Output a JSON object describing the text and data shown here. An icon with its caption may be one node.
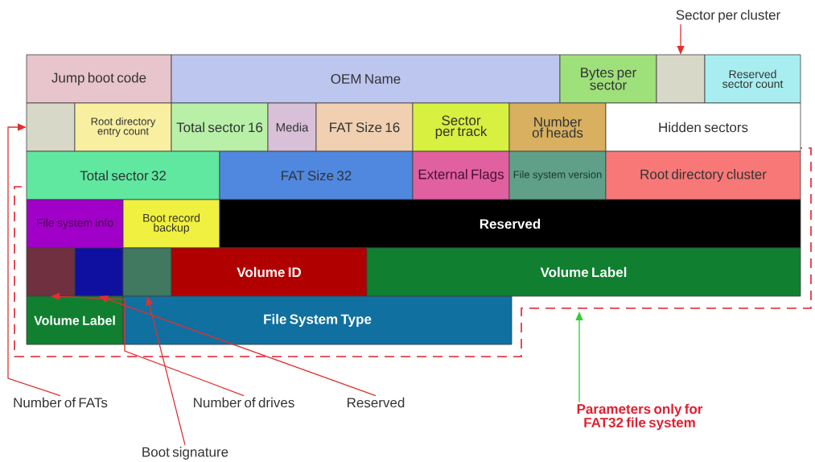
{
  "diagram": {
    "nodes": [
      {
        "text": [
          "Sector per cluster"
        ]
      },
      {
        "text": [
          "Jump boot code"
        ]
      },
      {
        "text": [
          "OEM Name"
        ]
      },
      {
        "text": [
          "Bytes per sector"
        ]
      },
      {
        "text": [],
        "shape": "box"
      },
      {
        "text": [
          "Reserved sector count"
        ]
      },
      {
        "text": [],
        "shape": "box"
      },
      {
        "text": [
          "Root directory entry count"
        ]
      },
      {
        "text": [
          "Total sector 16"
        ]
      },
      {
        "text": [
          "Media"
        ]
      },
      {
        "text": [
          "FAT Size 16"
        ]
      },
      {
        "text": [
          "Sector per track"
        ]
      },
      {
        "text": [
          "Number of heads"
        ]
      },
      {
        "text": [
          "Hidden sectors"
        ]
      },
      {
        "text": [
          "Total sector 32"
        ]
      },
      {
        "text": [
          "FAT Size 32"
        ]
      },
      {
        "text": [
          "External Flags"
        ]
      },
      {
        "text": [
          "File system version"
        ]
      },
      {
        "text": [
          "Root directory cluster"
        ]
      },
      {
        "text": [
          "File system info"
        ]
      },
      {
        "text": [
          "Boot record backup"
        ]
      },
      {
        "text": [
          "Reserved"
        ]
      },
      {
        "text": [],
        "shape": "box"
      },
      {
        "text": [],
        "shape": "box"
      },
      {
        "text": [],
        "shape": "box"
      },
      {
        "text": [
          "Volume ID"
        ]
      },
      {
        "text": [
          "Volume Label"
        ]
      },
      {
        "text": [
          "Volume Label"
        ]
      },
      {
        "text": [
          "File System Type"
        ]
      },
      {
        "text": [
          "Number of FATs"
        ]
      },
      {
        "text": [
          "Number of drives"
        ]
      },
      {
        "text": [
          "Reserved"
        ]
      },
      {
        "text": [
          "Boot signature"
        ]
      },
      {
        "text": [
          "Parameters only for FAT32 file system"
        ]
      }
    ],
    "edges": [
      {
        "from": 0,
        "to": 4,
        "arrow": "to"
      },
      {
        "from": 29,
        "to": 6,
        "arrow": "to"
      },
      {
        "from": 30,
        "to": 22,
        "arrow": "to"
      },
      {
        "from": 31,
        "to": 23,
        "arrow": "to"
      },
      {
        "from": 32,
        "to": 24,
        "arrow": "to"
      },
      {
        "from": 33,
        "to": null,
        "arrow": "to",
        "color": "#33cc33"
      }
    ]
  }
}
